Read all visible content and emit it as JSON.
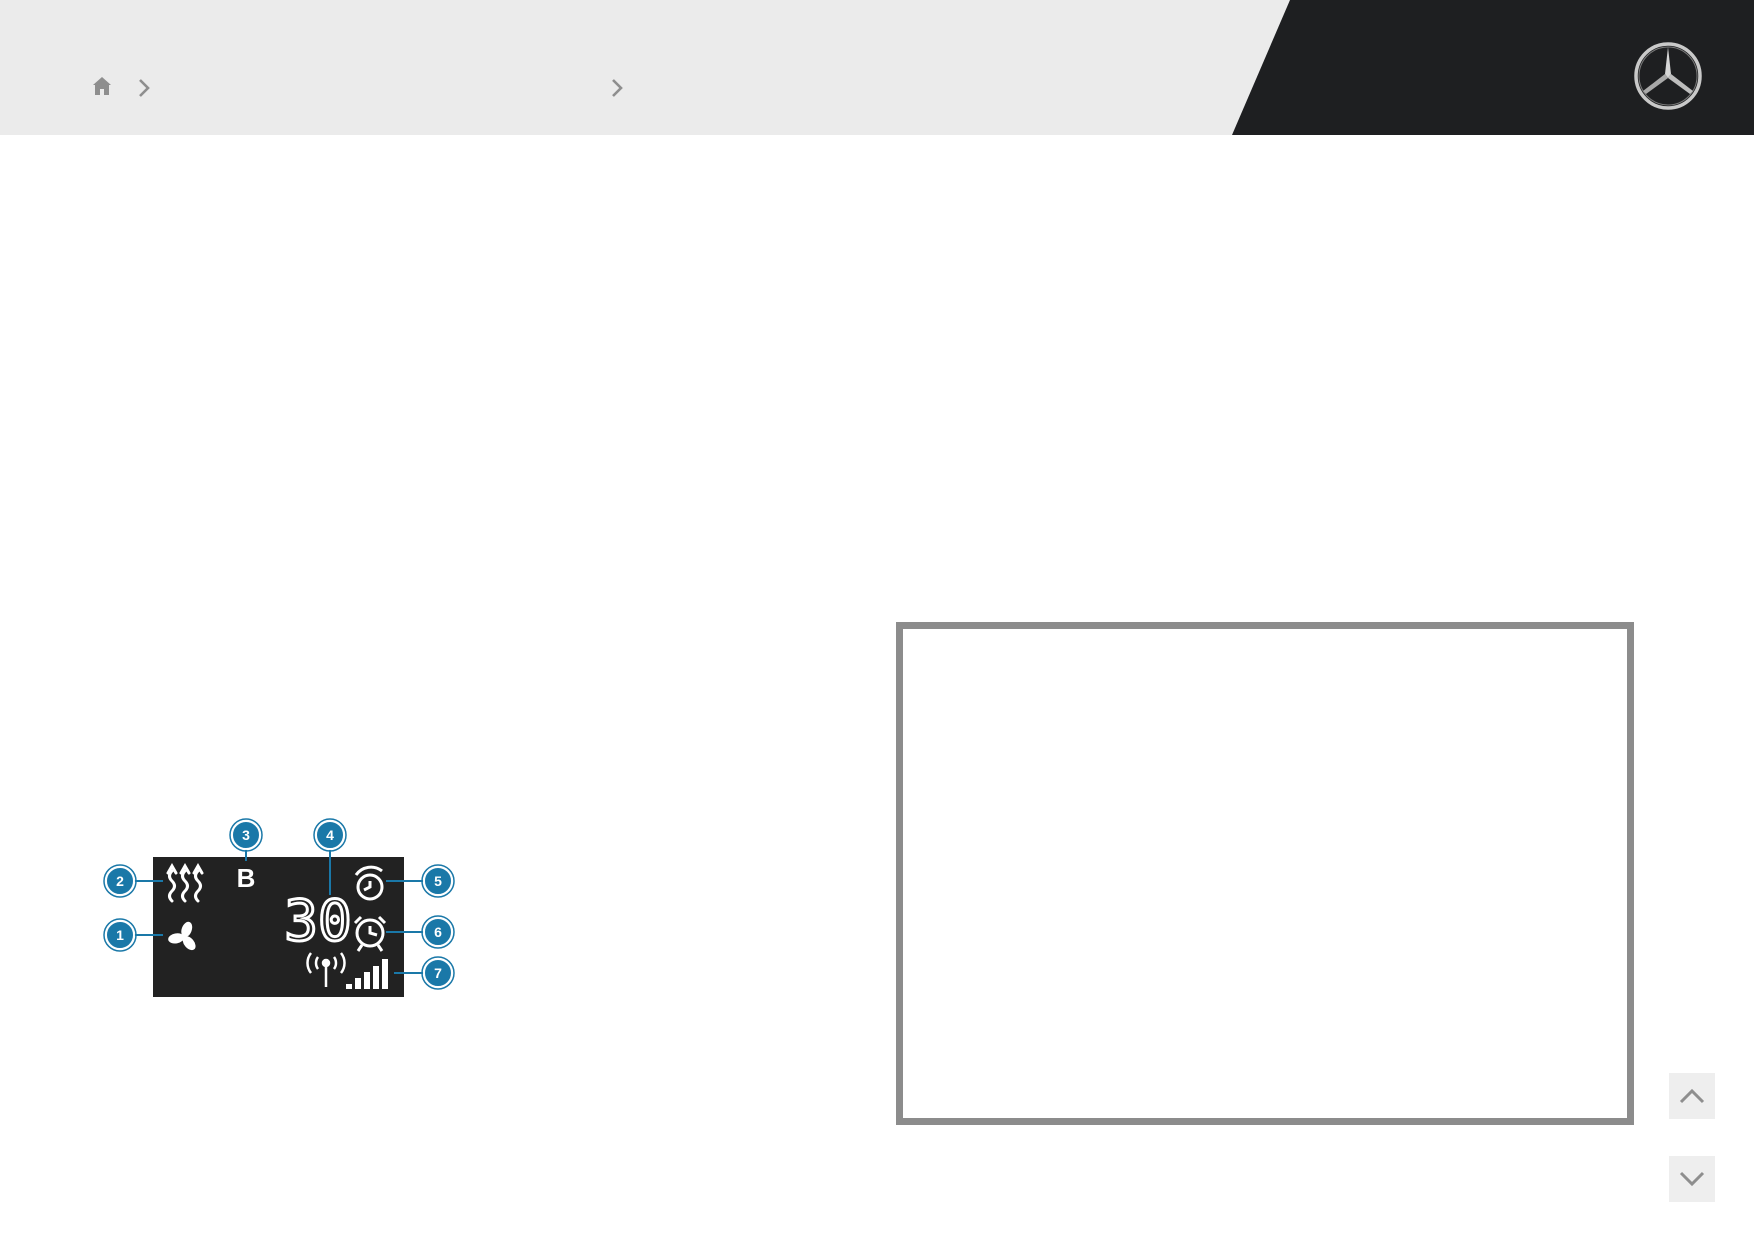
{
  "header": {
    "breadcrumb": {
      "home_icon": "home-icon",
      "separator_icon": "chevron-right-icon"
    },
    "logo": "mercedes-benz-star-logo",
    "colors": {
      "bar": "#ebebeb",
      "dark": "#1e1f21"
    }
  },
  "figure": {
    "display_value": "30",
    "mode_letter": "B",
    "callouts": [
      "1",
      "2",
      "3",
      "4",
      "5",
      "6",
      "7"
    ],
    "icons": [
      "fan-icon",
      "heating-icon",
      "timer-icon",
      "alarm-clock-icon",
      "antenna-icon",
      "signal-strength-icon"
    ],
    "colors": {
      "display": "#222222",
      "callout": "#1a78a8"
    }
  },
  "navigation": {
    "up_icon": "chevron-up-icon",
    "down_icon": "chevron-down-icon"
  }
}
